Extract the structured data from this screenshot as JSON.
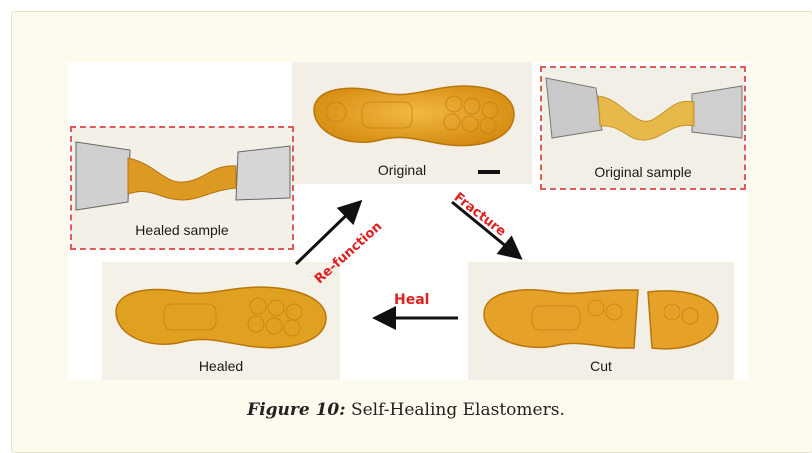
{
  "figure": {
    "labels": {
      "original": "Original",
      "original_sample": "Original sample",
      "healed_sample": "Healed sample",
      "healed": "Healed",
      "cut": "Cut"
    },
    "arrows": {
      "fracture": "Fracture",
      "heal": "Heal",
      "refunction": "Re-function"
    }
  },
  "caption": {
    "figure_number": "Figure 10:",
    "text": "Self-Healing Elastomers."
  },
  "colors": {
    "dashed_border": "#e05a5a",
    "arrow_label": "#e02020",
    "elastomer": "#e0a020"
  }
}
